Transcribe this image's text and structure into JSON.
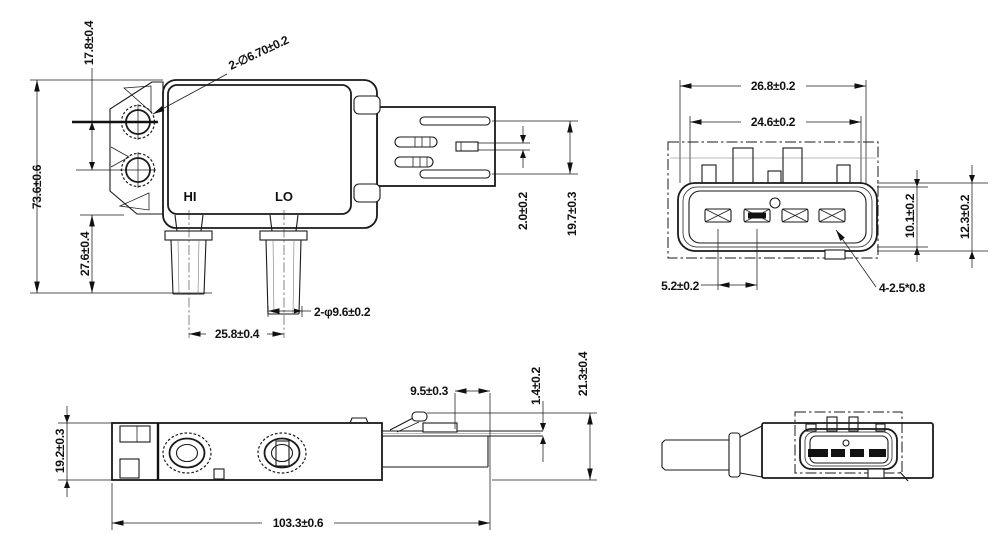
{
  "drawing": {
    "background": "#ffffff",
    "line_color": "#1a1a1a",
    "front_view": {
      "labels": {
        "hole_pitch": "17.8±0.4",
        "hole_diameter": "2-∅6.70±0.2",
        "overall_height": "73.6±0.6",
        "port_length": "27.6±0.4",
        "hi": "HI",
        "lo": "LO",
        "port_pitch": "25.8±0.4",
        "port_diameter": "2-φ9.6±0.2",
        "terminal_thickness": "2.0±0.2",
        "connector_opening": "19.7±0.3"
      }
    },
    "connector_view": {
      "labels": {
        "outer_width": "26.8±0.2",
        "inner_width": "24.6±0.2",
        "inner_height": "10.1±0.2",
        "outer_height": "12.3±0.2",
        "terminal_pitch": "5.2±0.2",
        "terminals": "4-2.5*0.8"
      }
    },
    "side_view": {
      "labels": {
        "body_height": "19.2±0.3",
        "overall_length": "103.3±0.6",
        "latch_length": "9.5±0.3",
        "blade_thickness": "1.4±0.2",
        "overall_height": "21.3±0.4"
      }
    }
  }
}
